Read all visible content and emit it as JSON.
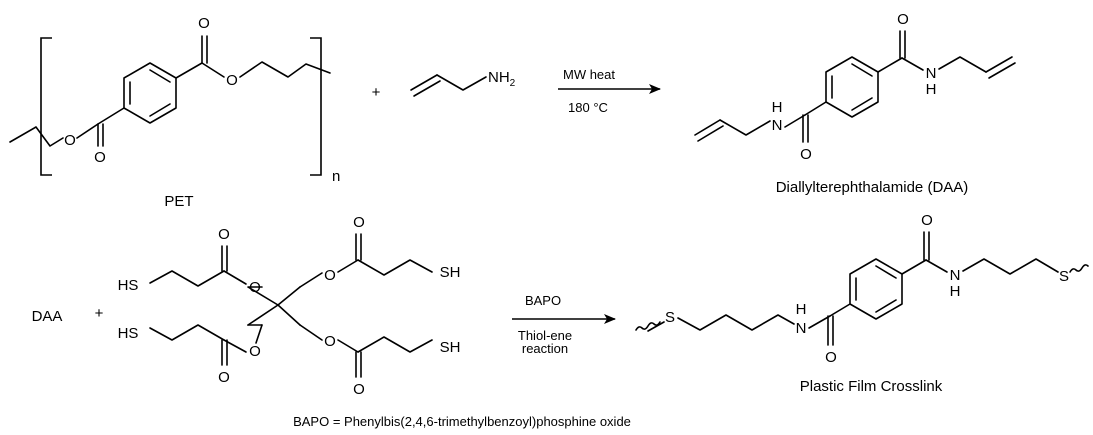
{
  "reaction1": {
    "reactant1": {
      "label": "PET",
      "repeat_index": "n",
      "atoms": {
        "o1": "O",
        "o2": "O",
        "o3": "O",
        "o4": "O"
      }
    },
    "plus": "+",
    "reactant2": {
      "nh2_main": "NH",
      "nh2_sub": "2"
    },
    "arrow": {
      "above": "MW heat",
      "below": "180 °C"
    },
    "product": {
      "label": "Diallylterephthalamide (DAA)",
      "atoms": {
        "o1": "O",
        "o2": "O",
        "n1": "N",
        "h1": "H",
        "n2": "N",
        "h2": "H"
      }
    }
  },
  "reaction2": {
    "reactant1": "DAA",
    "plus": "+",
    "thiol": {
      "sh1": "HS",
      "sh2": "SH",
      "sh3": "HS",
      "sh4": "SH",
      "o_carbonyl1": "O",
      "o_ester1": "O",
      "o_carbonyl2": "O",
      "o_ester2": "O",
      "o_carbonyl3": "O",
      "o_ester3": "O",
      "o_carbonyl4": "O",
      "o_ester4": "O"
    },
    "arrow": {
      "above": "BAPO",
      "below_line1": "Thiol-ene",
      "below_line2": "reaction"
    },
    "product": {
      "label": "Plastic Film Crosslink",
      "atoms": {
        "s1": "S",
        "s2": "S",
        "n1": "N",
        "h1": "H",
        "n2": "N",
        "h2": "H",
        "o1": "O",
        "o2": "O"
      }
    }
  },
  "footnote": "BAPO = Phenylbis(2,4,6-trimethylbenzoyl)phosphine oxide"
}
